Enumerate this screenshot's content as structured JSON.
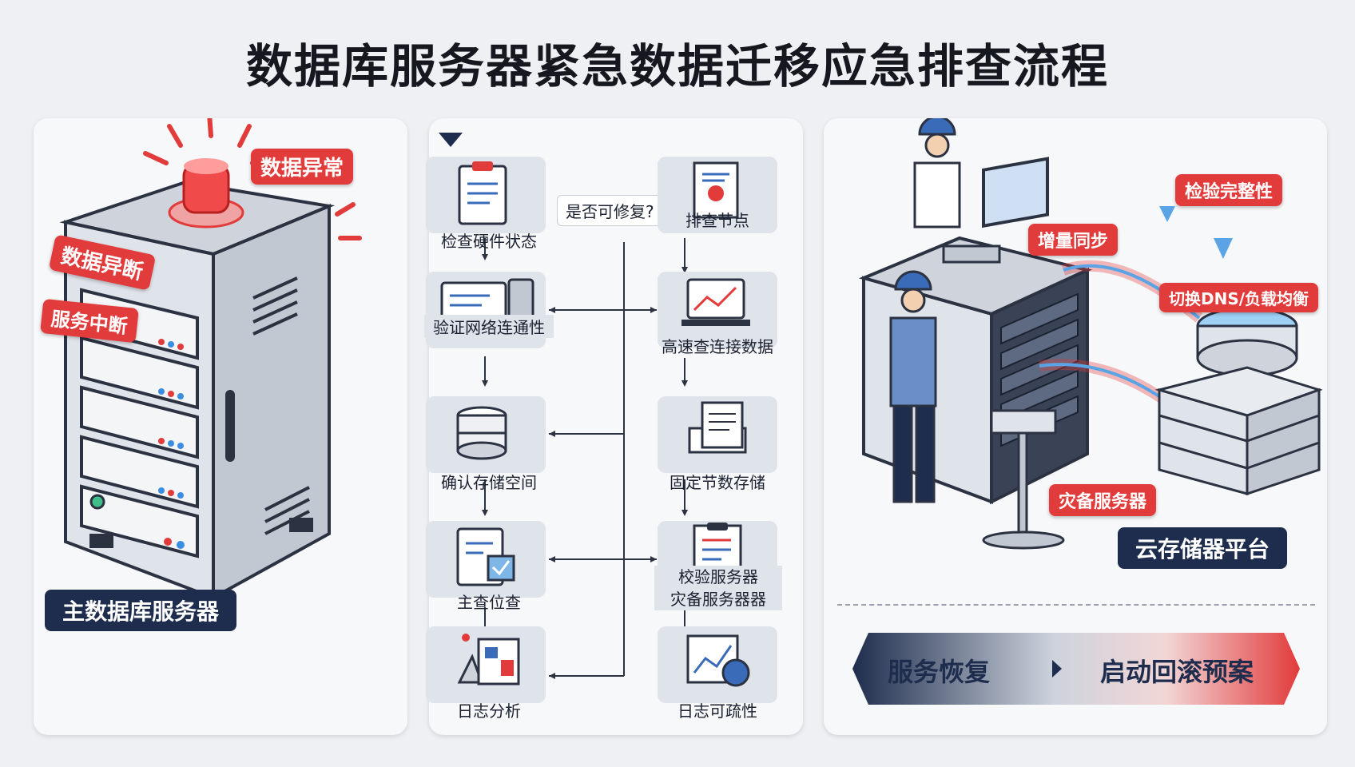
{
  "title": "数据库服务器紧急数据迁移应急排查流程",
  "left_panel": {
    "alert_tags": [
      "数据异常",
      "数据异断",
      "服务中断"
    ],
    "server_label": "主数据库服务器"
  },
  "flow": {
    "question": "是否可修复?",
    "left_steps": [
      "检查硬件状态",
      "验证网络连通性",
      "确认存储空间",
      "主查位查",
      "日志分析"
    ],
    "right_steps": [
      "排查节点",
      "高速查连接数据",
      "固定节数存储",
      "校验服务器\n灾备服务器器",
      "日志可疏性"
    ]
  },
  "right_panel": {
    "tags": [
      "检验完整性",
      "增量同步",
      "切换DNS/负载均衡",
      "灾备服务器"
    ],
    "cloud_label": "云存储器平台",
    "banner_left": "服务恢复",
    "banner_right": "启动回滚预案"
  },
  "colors": {
    "alert": "#e23b3b",
    "navy": "#1e2d4d",
    "panel": "#f7f8fa"
  }
}
